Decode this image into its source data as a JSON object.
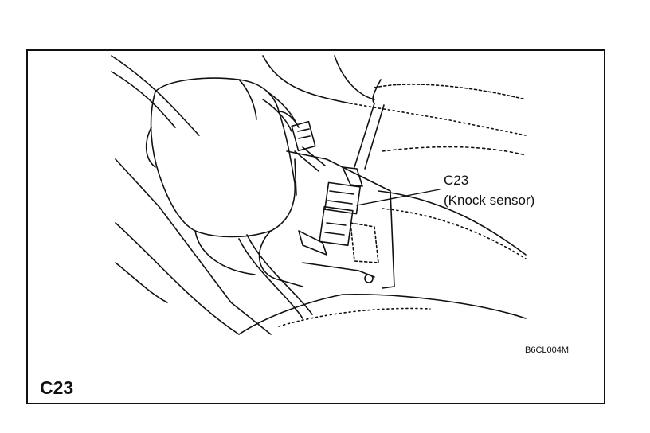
{
  "callout": {
    "code": "C23",
    "name": "(Knock sensor)"
  },
  "figure_id": "B6CL004M",
  "corner_label": "C23",
  "colors": {
    "ink": "#111111",
    "paper": "#ffffff"
  }
}
